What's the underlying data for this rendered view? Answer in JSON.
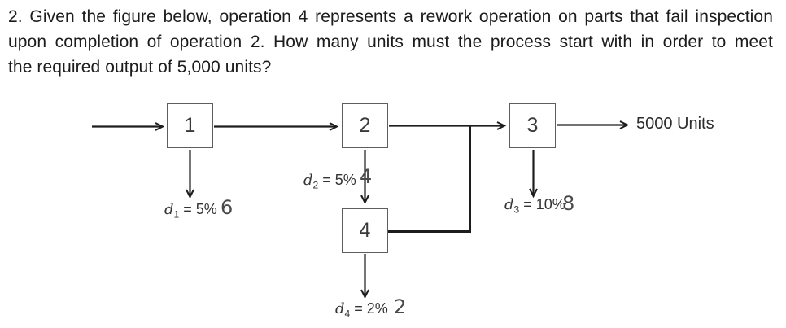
{
  "question": {
    "lines": [
      "2. Given the figure below, operation 4 represents a rework operation on parts that fail inspection",
      "upon completion of operation 2. How many units must the process start with in order to meet",
      "the required output of 5,000 units?"
    ]
  },
  "diagram": {
    "operations": [
      {
        "label": "1"
      },
      {
        "label": "2"
      },
      {
        "label": "3"
      },
      {
        "label": "4"
      }
    ],
    "defects": [
      {
        "variable": "d",
        "subscript": "1",
        "value": "= 5%",
        "annotation": "6"
      },
      {
        "variable": "d",
        "subscript": "2",
        "value": "= 5%",
        "annotation": "4"
      },
      {
        "variable": "d",
        "subscript": "3",
        "value": "= 10%",
        "annotation": "8"
      },
      {
        "variable": "d",
        "subscript": "4",
        "value": "= 2%",
        "annotation": "2"
      }
    ],
    "output_label": "5000 Units",
    "colors": {
      "line": "#1d1d1d",
      "box_border": "#5e5e60",
      "text": "#1c1c1c"
    }
  }
}
